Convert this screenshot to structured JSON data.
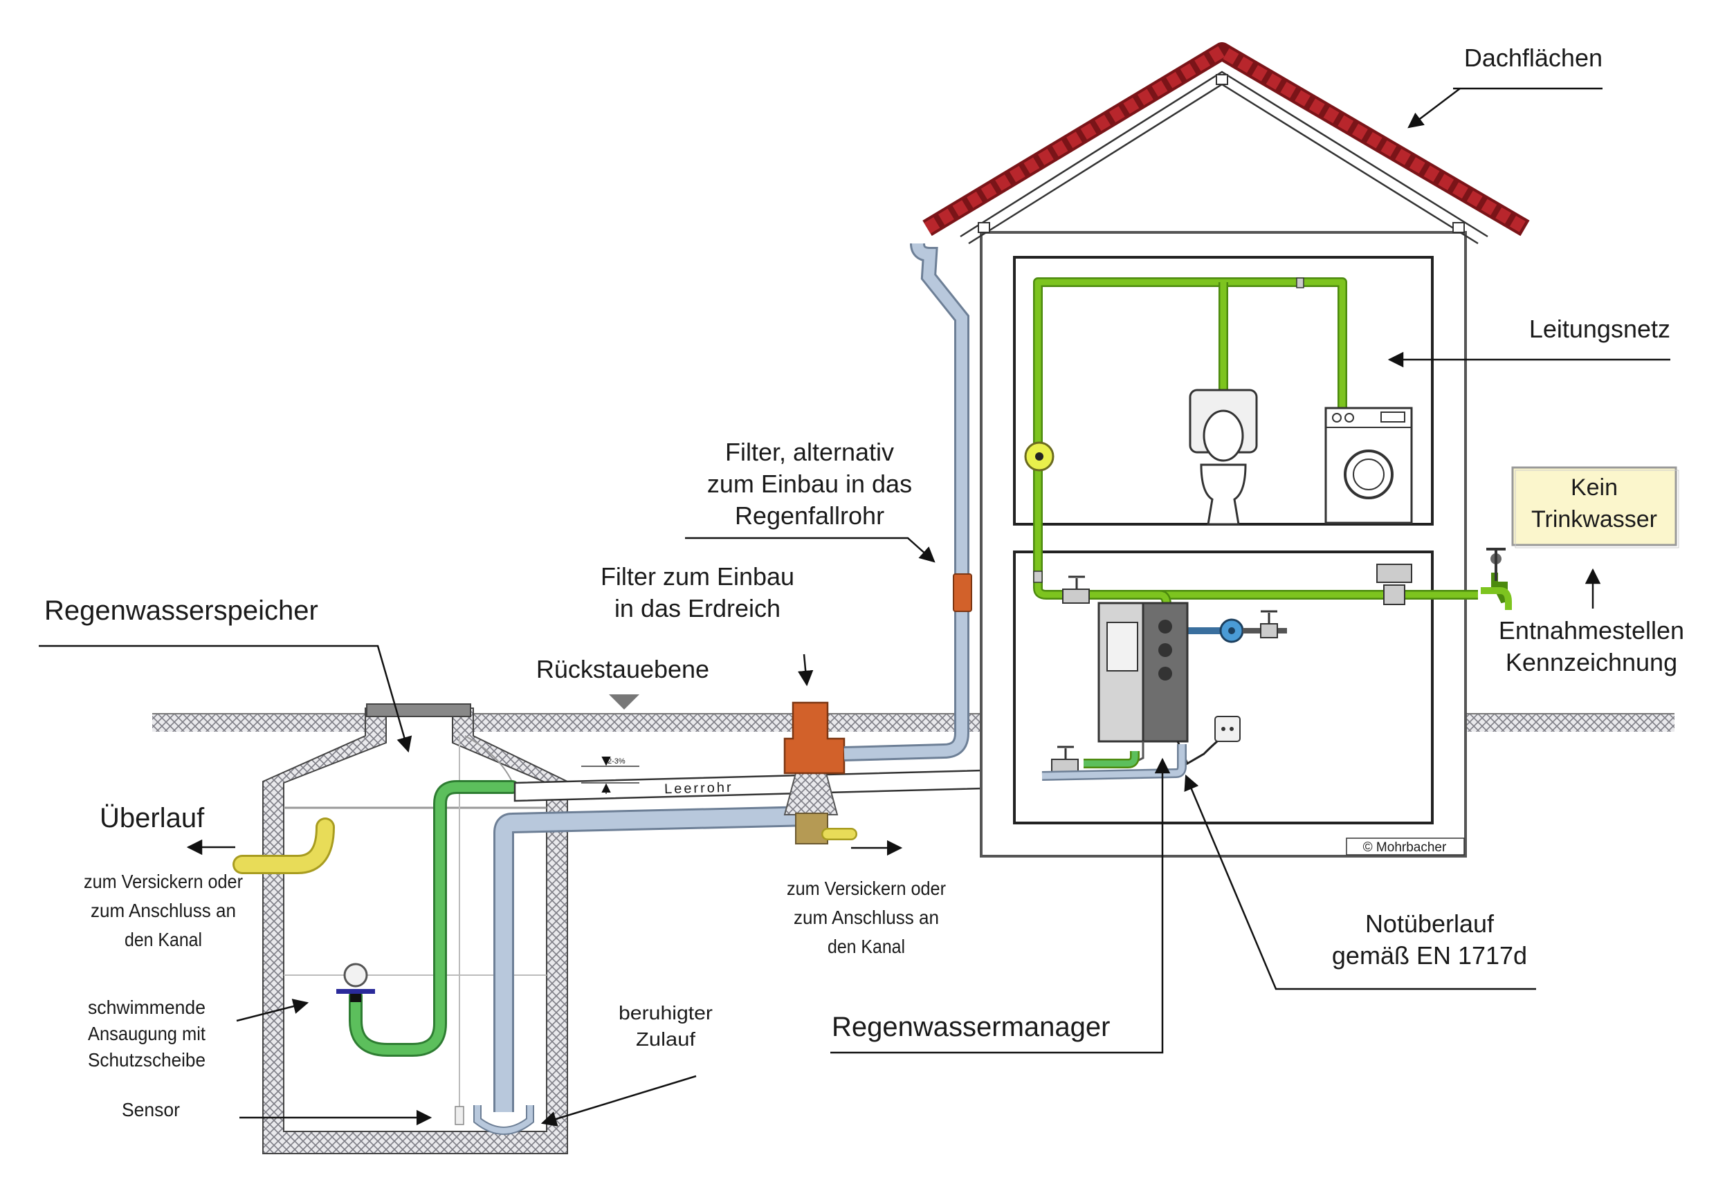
{
  "labels": {
    "roof": "Dachflächen",
    "network": "Leitungsnetz",
    "no_drinking_1": "Kein",
    "no_drinking_2": "Trinkwasser",
    "tap_marking_1": "Entnahmestellen",
    "tap_marking_2": "Kennzeichnung",
    "downpipe_filter_1": "Filter, alternativ",
    "downpipe_filter_2": "zum Einbau in das",
    "downpipe_filter_3": "Regenfallrohr",
    "ground_filter_1": "Filter zum Einbau",
    "ground_filter_2": "in das Erdreich",
    "storage": "Regenwasserspeicher",
    "backflow": "Rückstauebene",
    "slope": "2-3%",
    "empty_pipe": "Leerrohr",
    "overflow": "Überlauf",
    "tank_drain_1": "zum Versickern oder",
    "tank_drain_2": "zum Anschluss an",
    "tank_drain_3": "den Kanal",
    "filter_drain_1": "zum Versickern oder",
    "filter_drain_2": "zum Anschluss an",
    "filter_drain_3": "den Kanal",
    "floating_1": "schwimmende",
    "floating_2": "Ansaugung mit",
    "floating_3": "Schutzscheibe",
    "sensor": "Sensor",
    "calm_1": "beruhigter",
    "calm_2": "Zulauf",
    "manager": "Regenwassermanager",
    "emergency_1": "Notüberlauf",
    "emergency_2": "gemäß EN 1717d",
    "copyright": "© Mohrbacher"
  },
  "colors": {
    "green_pipe": "#7dc41f",
    "tank_green_pipe": "#5cbf5c",
    "grey_pipe": "#b8c8dc",
    "roof_tiles": "#b8262c",
    "filter_orange": "#d2612a",
    "overflow_yellow": "#e8dc58",
    "label_box": "#fbf6cc"
  }
}
